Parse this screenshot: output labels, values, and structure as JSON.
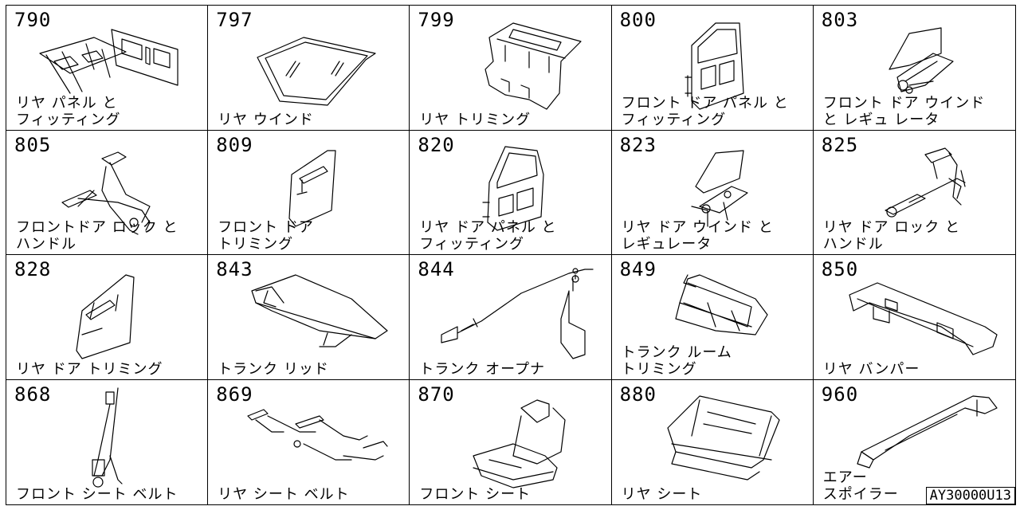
{
  "diagram_code": "AY30000U13",
  "cells": [
    {
      "number": "790",
      "lines": [
        "リヤ パネル と",
        "フィッティング"
      ],
      "icon": "rear-panel-icon"
    },
    {
      "number": "797",
      "lines": [
        "リヤ ウインド"
      ],
      "icon": "rear-window-icon"
    },
    {
      "number": "799",
      "lines": [
        "リヤ トリミング"
      ],
      "icon": "rear-trim-icon"
    },
    {
      "number": "800",
      "lines": [
        "フロント ドア パネル と",
        "フィッティング"
      ],
      "icon": "front-door-panel-icon"
    },
    {
      "number": "803",
      "lines": [
        "フロント ドア ウインド",
        "と レギュ レータ"
      ],
      "icon": "front-window-regulator-icon"
    },
    {
      "number": "805",
      "lines": [
        "フロントドア ロック と",
        "ハンドル"
      ],
      "icon": "front-door-lock-icon"
    },
    {
      "number": "809",
      "lines": [
        "フロント ドア",
        "トリミング"
      ],
      "icon": "front-door-trim-icon"
    },
    {
      "number": "820",
      "lines": [
        "リヤ ドア パネル と",
        "フィッティング"
      ],
      "icon": "rear-door-panel-icon"
    },
    {
      "number": "823",
      "lines": [
        "リヤ ドア ウインド と",
        "レギュレータ"
      ],
      "icon": "rear-window-regulator-icon"
    },
    {
      "number": "825",
      "lines": [
        "リヤ ドア ロック と",
        "ハンドル"
      ],
      "icon": "rear-door-lock-icon"
    },
    {
      "number": "828",
      "lines": [
        "リヤ ドア トリミング"
      ],
      "icon": "rear-door-trim-icon"
    },
    {
      "number": "843",
      "lines": [
        "トランク リッド"
      ],
      "icon": "trunk-lid-icon"
    },
    {
      "number": "844",
      "lines": [
        "トランク オープナ"
      ],
      "icon": "trunk-opener-icon"
    },
    {
      "number": "849",
      "lines": [
        "トランク ルーム",
        "トリミング"
      ],
      "icon": "trunk-room-trim-icon"
    },
    {
      "number": "850",
      "lines": [
        "リヤ バンパー"
      ],
      "icon": "rear-bumper-icon"
    },
    {
      "number": "868",
      "lines": [
        "フロント シート ベルト"
      ],
      "icon": "front-seat-belt-icon"
    },
    {
      "number": "869",
      "lines": [
        "リヤ シート ベルト"
      ],
      "icon": "rear-seat-belt-icon"
    },
    {
      "number": "870",
      "lines": [
        "フロント シート"
      ],
      "icon": "front-seat-icon"
    },
    {
      "number": "880",
      "lines": [
        "リヤ シート"
      ],
      "icon": "rear-seat-icon"
    },
    {
      "number": "960",
      "lines": [
        "エアー",
        "スポイラー"
      ],
      "icon": "air-spoiler-icon"
    }
  ]
}
